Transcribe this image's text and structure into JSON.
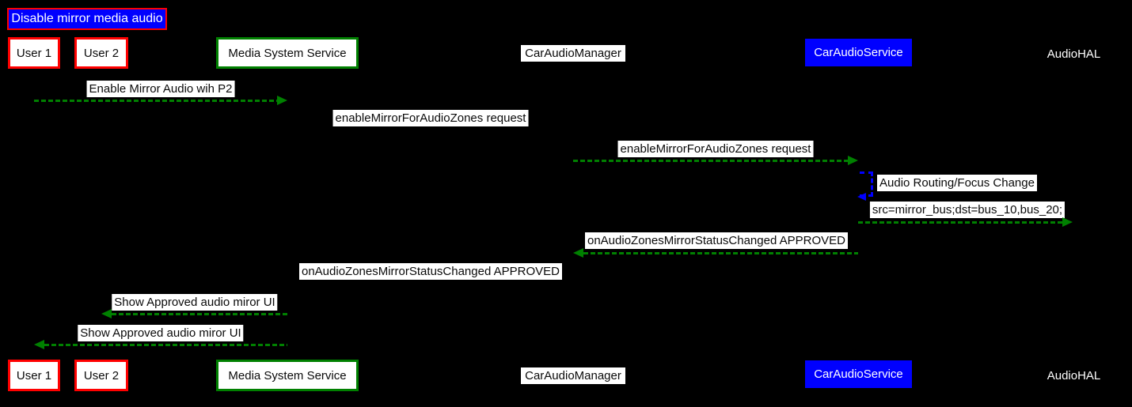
{
  "diagram": {
    "title": "Disable mirror media audio",
    "colors": {
      "background": "#000000",
      "red_border": "#ff0000",
      "green_border": "#008000",
      "blue_fill": "#0000ff",
      "arrow_green": "#008000",
      "self_arrow_blue": "#0000ff",
      "label_background": "#ffffff",
      "label_text": "#0a0a0a"
    },
    "participants": [
      {
        "id": "user1",
        "label": "User 1",
        "style": "white-box-red-border"
      },
      {
        "id": "user2",
        "label": "User 2",
        "style": "white-box-red-border"
      },
      {
        "id": "media-system-service",
        "label": "Media System Service",
        "style": "white-box-green-border"
      },
      {
        "id": "car-audio-manager",
        "label": "CarAudioManager",
        "style": "white-box-no-border"
      },
      {
        "id": "car-audio-service",
        "label": "CarAudioService",
        "style": "blue-box"
      },
      {
        "id": "audio-hal",
        "label": "AudioHAL",
        "style": "text-only"
      }
    ],
    "messages": [
      {
        "label": "Enable Mirror Audio wih P2",
        "from": "User 1",
        "to": "Media System Service",
        "direction": "right",
        "arrow_visible": true,
        "arrow_color": "#008000",
        "line_style": "dashed"
      },
      {
        "label": "enableMirrorForAudioZones request",
        "from": "Media System Service",
        "to": "CarAudioManager",
        "direction": "right",
        "arrow_visible": false,
        "arrow_color": "none",
        "line_style": "none"
      },
      {
        "label": "enableMirrorForAudioZones request",
        "from": "CarAudioManager",
        "to": "CarAudioService",
        "direction": "right",
        "arrow_visible": true,
        "arrow_color": "#008000",
        "line_style": "dashed"
      },
      {
        "label": "Audio Routing/Focus Change",
        "from": "CarAudioService",
        "to": "CarAudioService",
        "direction": "self",
        "arrow_visible": true,
        "arrow_color": "#0000ff",
        "line_style": "dashed"
      },
      {
        "label": "src=mirror_bus;dst=bus_10,bus_20;",
        "from": "CarAudioService",
        "to": "AudioHAL",
        "direction": "right",
        "arrow_visible": true,
        "arrow_color": "#008000",
        "line_style": "dashed"
      },
      {
        "label": "onAudioZonesMirrorStatusChanged APPROVED",
        "from": "CarAudioService",
        "to": "CarAudioManager",
        "direction": "left",
        "arrow_visible": true,
        "arrow_color": "#008000",
        "line_style": "dashed"
      },
      {
        "label": "onAudioZonesMirrorStatusChanged APPROVED",
        "from": "CarAudioManager",
        "to": "Media System Service",
        "direction": "left",
        "arrow_visible": false,
        "arrow_color": "none",
        "line_style": "none"
      },
      {
        "label": "Show Approved audio miror UI",
        "from": "Media System Service",
        "to": "User 2",
        "direction": "left",
        "arrow_visible": true,
        "arrow_color": "#008000",
        "line_style": "dashed"
      },
      {
        "label": "Show Approved audio miror UI",
        "from": "Media System Service",
        "to": "User 1",
        "direction": "left",
        "arrow_visible": true,
        "arrow_color": "#008000",
        "line_style": "dashed"
      }
    ]
  }
}
